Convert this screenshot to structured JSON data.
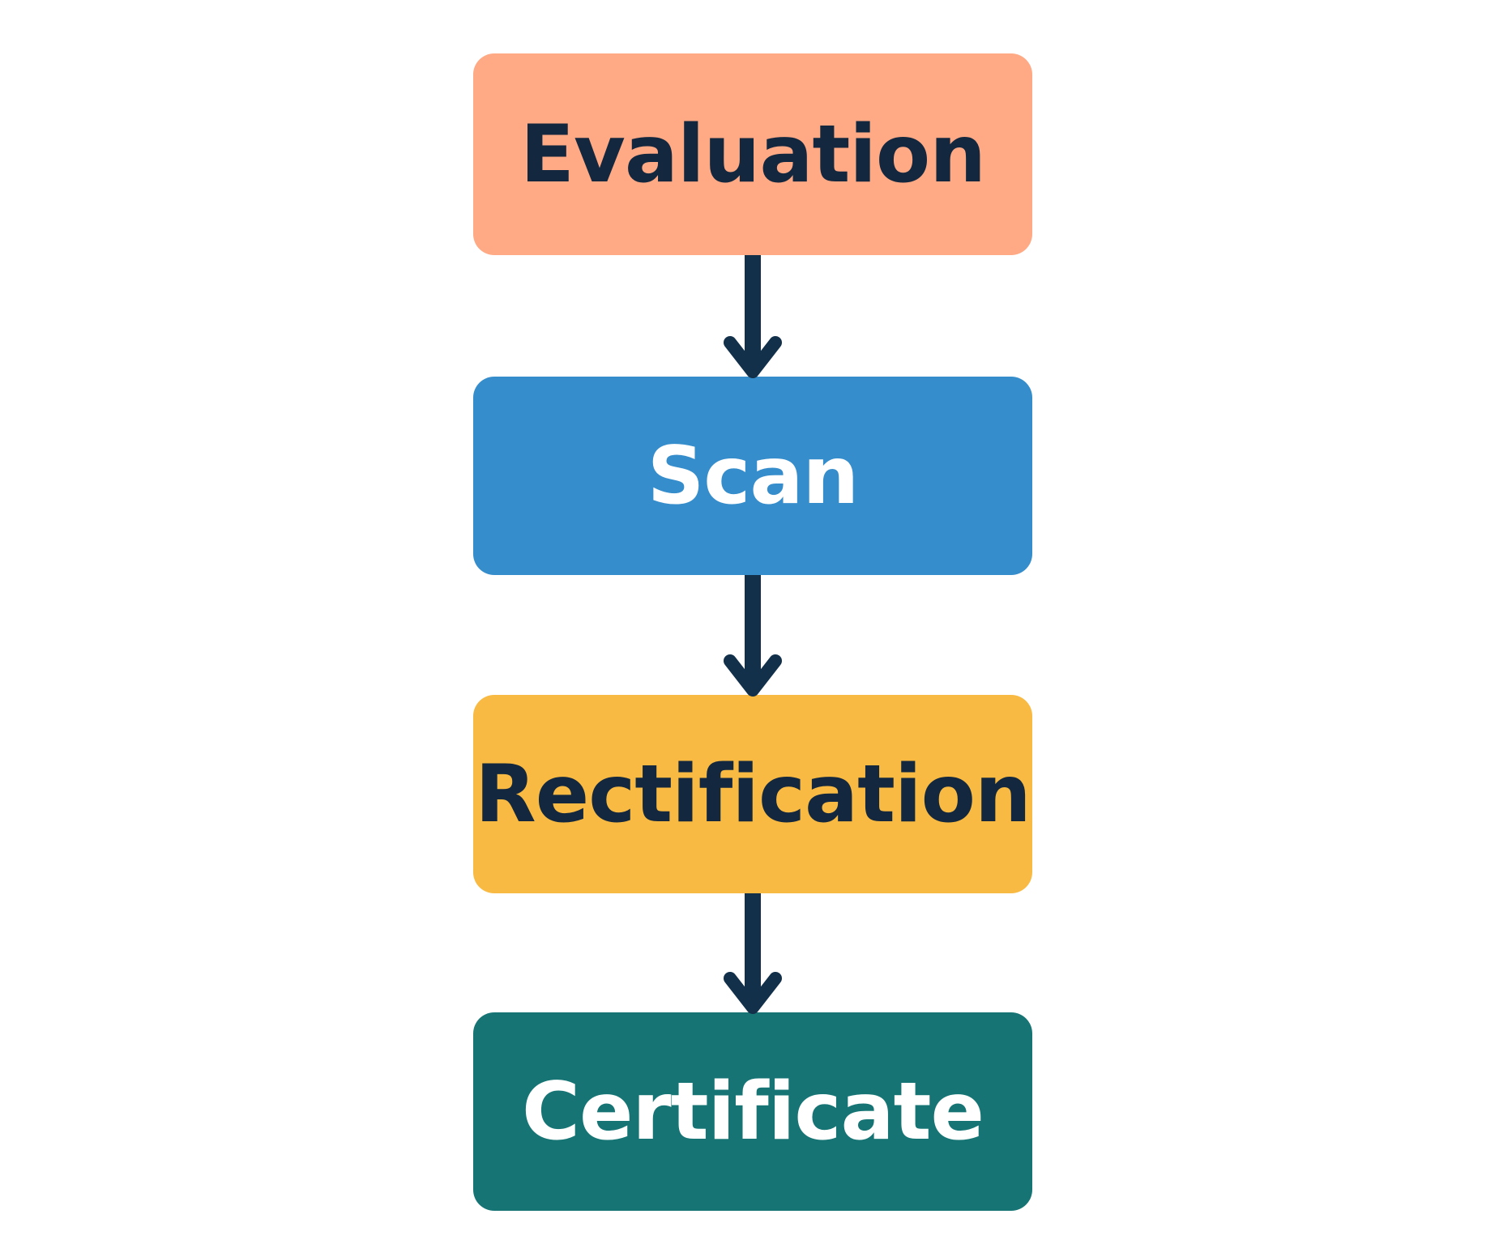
{
  "diagram": {
    "arrow_color": "#12304a",
    "steps": [
      {
        "label": "Evaluation",
        "bg_color": "#ffa985",
        "text_color": "#13283f"
      },
      {
        "label": "Scan",
        "bg_color": "#368dcb",
        "text_color": "#ffffff"
      },
      {
        "label": "Rectification",
        "bg_color": "#f8ba42",
        "text_color": "#13283f"
      },
      {
        "label": "Certificate",
        "bg_color": "#167574",
        "text_color": "#ffffff"
      }
    ]
  }
}
